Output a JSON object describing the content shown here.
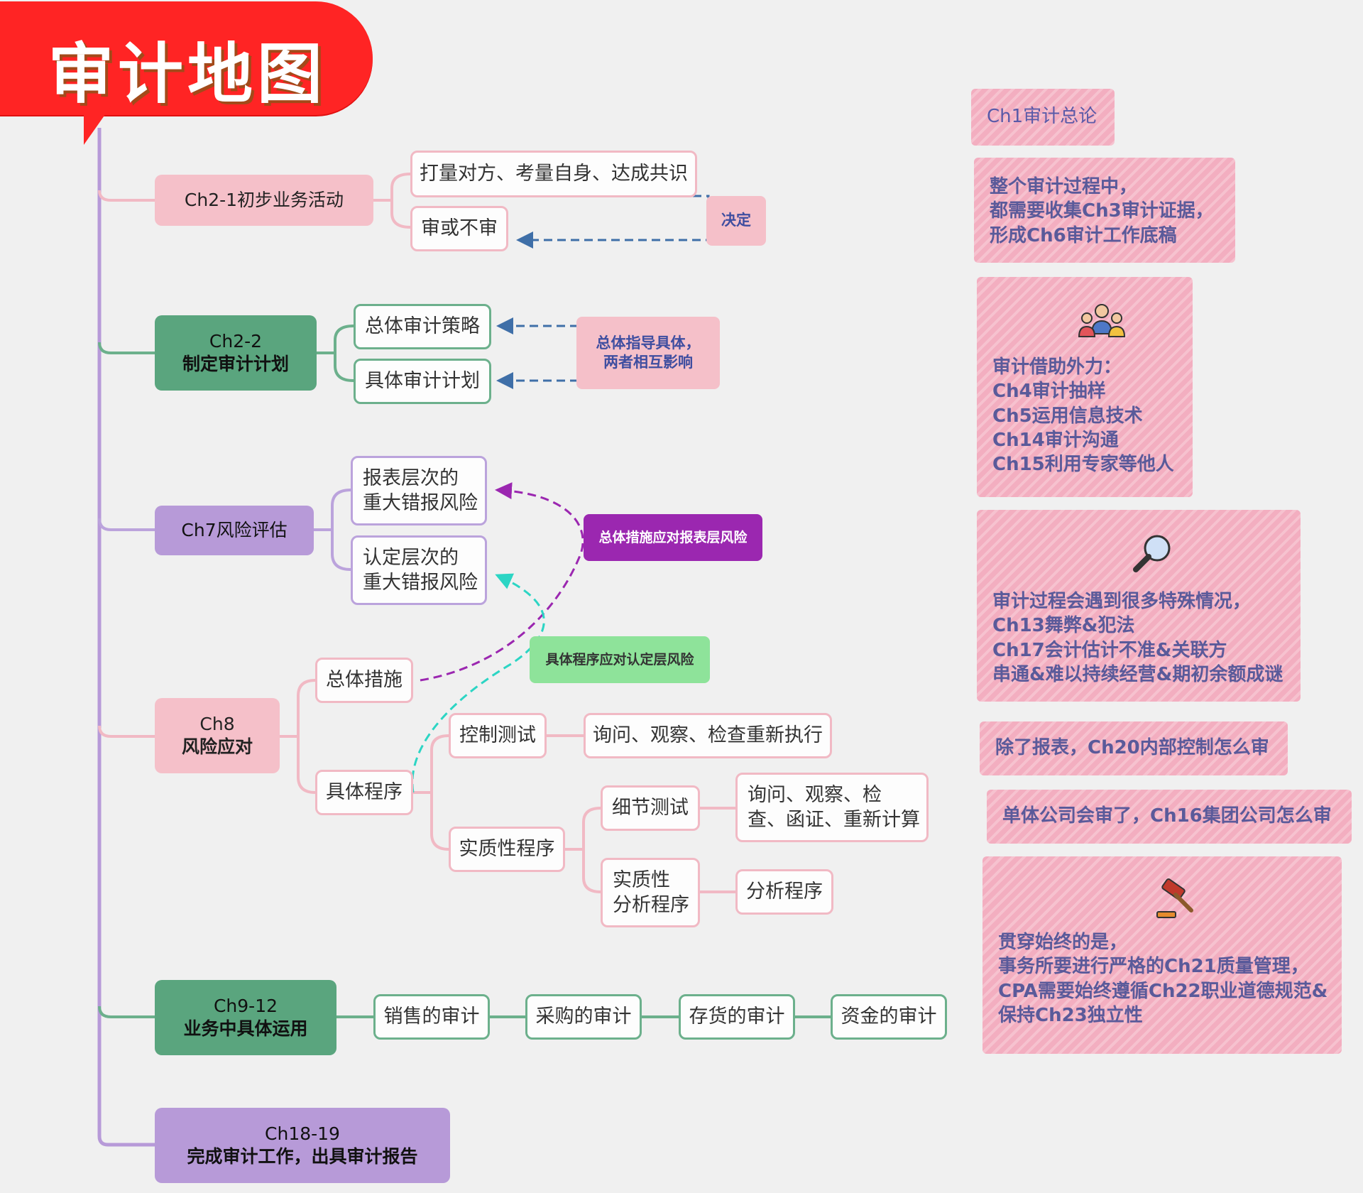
{
  "title": "审计地图",
  "branches": {
    "ch2_1": {
      "label": "Ch2-1初步业务活动"
    },
    "ch2_2": {
      "line1": "Ch2-2",
      "line2": "制定审计计划"
    },
    "ch7": {
      "label": "Ch7风险评估"
    },
    "ch8": {
      "line1": "Ch8",
      "line2": "风险应对"
    },
    "ch9_12": {
      "line1": "Ch9-12",
      "line2": "业务中具体运用"
    },
    "ch18_19": {
      "line1": "Ch18-19",
      "line2": "完成审计工作，出具审计报告"
    }
  },
  "ch2_1_children": {
    "a": "打量对方、考量自身、达成共识",
    "b": "审或不审",
    "note": "决定"
  },
  "ch2_2_children": {
    "a": "总体审计策略",
    "b": "具体审计计划",
    "note_l1": "总体指导具体，",
    "note_l2": "两者相互影响"
  },
  "ch7_children": {
    "a_l1": "报表层次的",
    "a_l2": "重大错报风险",
    "b_l1": "认定层次的",
    "b_l2": "重大错报风险",
    "note_purple": "总体措施应对报表层风险",
    "note_green": "具体程序应对认定层风险"
  },
  "ch8_children": {
    "overall": "总体措施",
    "specific": "具体程序",
    "control_test": "控制测试",
    "control_test_methods": "询问、观察、检查重新执行",
    "substantive": "实质性程序",
    "detail_test": "细节测试",
    "detail_methods_l1": "询问、观察、检",
    "detail_methods_l2": "查、函证、重新计算",
    "analytical_l1": "实质性",
    "analytical_l2": "分析程序",
    "analytical_method": "分析程序"
  },
  "ch9_12_children": [
    "销售的审计",
    "采购的审计",
    "存货的审计",
    "资金的审计"
  ],
  "right_notes": {
    "n1": [
      "Ch1审计总论"
    ],
    "n2": [
      "整个审计过程中，",
      "都需要收集Ch3审计证据，",
      "形成Ch6审计工作底稿"
    ],
    "n3": [
      "审计借助外力：",
      "Ch4审计抽样",
      "Ch5运用信息技术",
      "Ch14审计沟通",
      "Ch15利用专家等他人"
    ],
    "n4": [
      "审计过程会遇到很多特殊情况，",
      "Ch13舞弊&犯法",
      "Ch17会计估计不准&关联方",
      "串通&难以持续经营&期初余额成谜"
    ],
    "n5": [
      "除了报表，Ch20内部控制怎么审"
    ],
    "n6": [
      "单体公司会审了，Ch16集团公司怎么审"
    ],
    "n7": [
      "贯穿始终的是，",
      "事务所要进行严格的Ch21质量管理，",
      "CPA需要始终遵循Ch22职业道德规范&",
      "保持Ch23独立性"
    ]
  },
  "icons": {
    "n3": "people-icon",
    "n4": "magnifier-icon",
    "n7": "gavel-icon"
  },
  "colors": {
    "pink": "#f5c0c9",
    "green": "#5aa57e",
    "purple": "#b79ad8",
    "red": "#ff2424",
    "note_purple": "#9b27b0",
    "note_green": "#8ee39a",
    "arrow_blue": "#3f6fa8"
  }
}
